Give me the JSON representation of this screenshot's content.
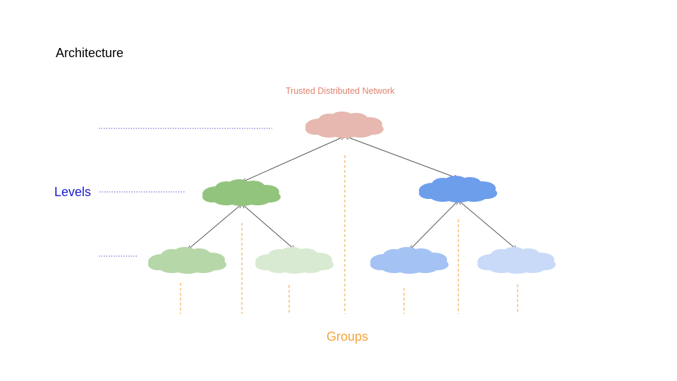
{
  "title": "Architecture",
  "network_label": "Trusted Distributed Network",
  "levels_label": "Levels",
  "groups_label": "Groups",
  "colors": {
    "network_label": "#e0836c",
    "levels": "#1a1acc",
    "groups": "#f5a43a",
    "level_line": "#5555cc",
    "group_line": "#f0a030",
    "arrow": "#555555",
    "root_cloud": "#e6b8af",
    "left_cloud": "#93c47d",
    "right_cloud": "#6d9eeb",
    "leaf_cloud_1": "#b6d7a8",
    "leaf_cloud_2": "#d9ead3",
    "leaf_cloud_3": "#a4c2f4",
    "leaf_cloud_4": "#c9daf8"
  },
  "clouds": [
    {
      "name": "root-cloud",
      "color_key": "root_cloud"
    },
    {
      "name": "level2-left-cloud",
      "color_key": "left_cloud"
    },
    {
      "name": "level2-right-cloud",
      "color_key": "right_cloud"
    },
    {
      "name": "leaf-cloud-1",
      "color_key": "leaf_cloud_1"
    },
    {
      "name": "leaf-cloud-2",
      "color_key": "leaf_cloud_2"
    },
    {
      "name": "leaf-cloud-3",
      "color_key": "leaf_cloud_3"
    },
    {
      "name": "leaf-cloud-4",
      "color_key": "leaf_cloud_4"
    }
  ],
  "edges": [
    {
      "from": "root-cloud",
      "to": "level2-left-cloud"
    },
    {
      "from": "root-cloud",
      "to": "level2-right-cloud"
    },
    {
      "from": "level2-left-cloud",
      "to": "leaf-cloud-1"
    },
    {
      "from": "level2-left-cloud",
      "to": "leaf-cloud-2"
    },
    {
      "from": "level2-right-cloud",
      "to": "leaf-cloud-3"
    },
    {
      "from": "level2-right-cloud",
      "to": "leaf-cloud-4"
    }
  ]
}
